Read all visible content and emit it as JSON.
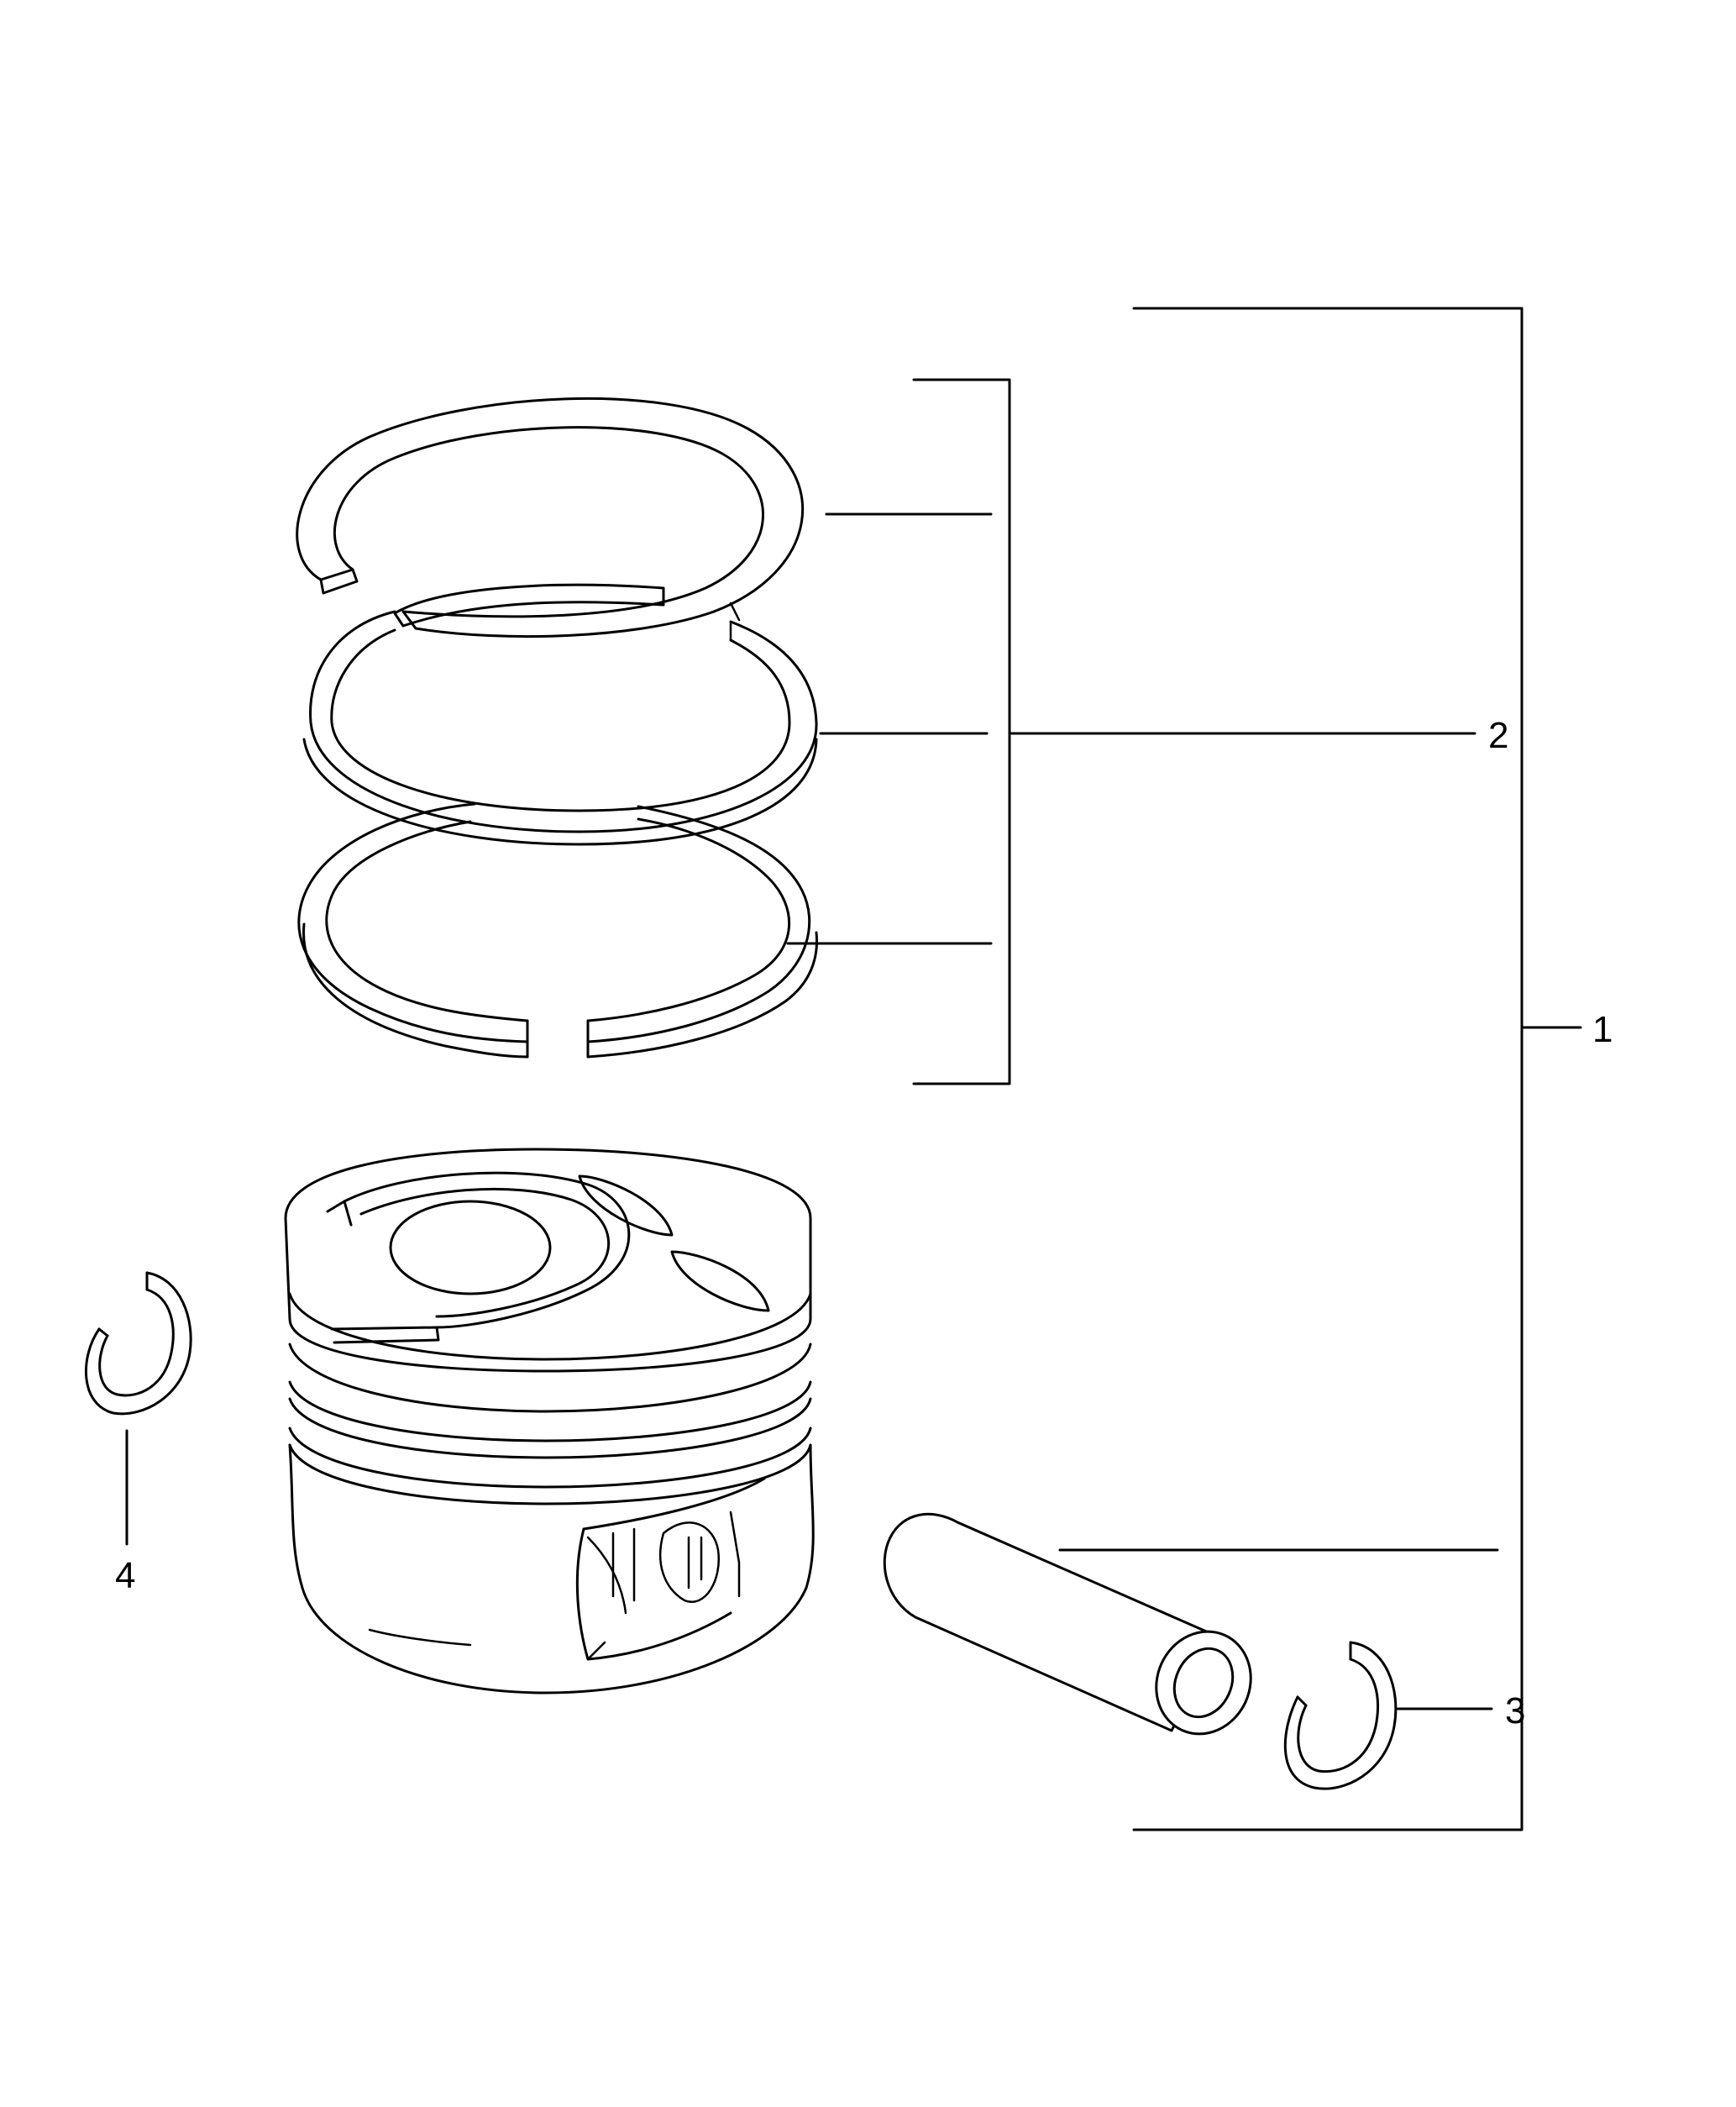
{
  "colors": {
    "line": "#000000",
    "background": "#ffffff"
  },
  "callouts": {
    "c1": "1",
    "c2": "2",
    "c3": "3",
    "c4": "4"
  }
}
